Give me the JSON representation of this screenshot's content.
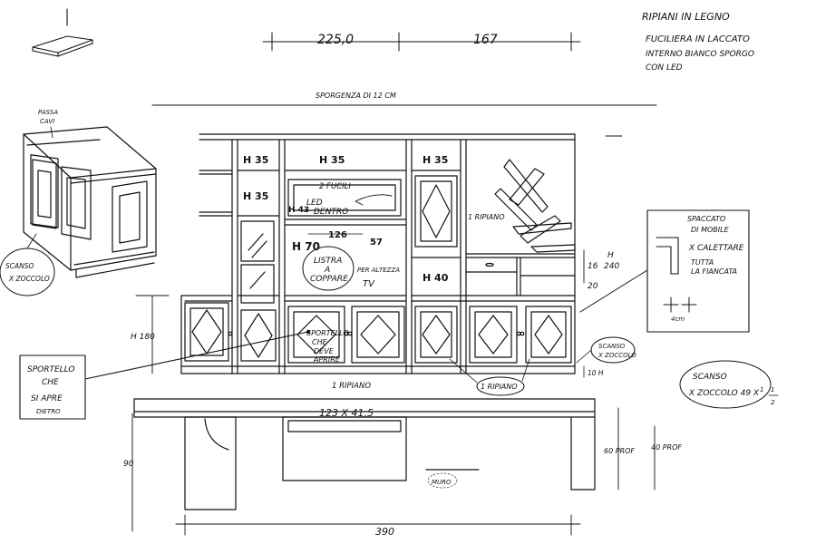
{
  "notes": {
    "top_right_1": "RIPIANI IN LEGNO",
    "top_right_2": "FUCILIERA IN LACCATO",
    "top_right_3": "INTERNO BIANCO SPORGO",
    "top_right_4": "CON LED",
    "passa_cavi_1": "PASSA",
    "passa_cavi_2": "CAVI",
    "scanso_left_1": "SCANSO",
    "scanso_left_2": "X ZOCCOLO",
    "sportello_box_1": "SPORTELLO",
    "sportello_box_2": "CHE",
    "sportello_box_3": "SI APRE",
    "sportello_box_4": "DIETRO",
    "spaccato_1": "SPACCATO",
    "spaccato_2": "DI MOBILE",
    "spaccato_3": "X CALETTARE",
    "spaccato_4": "TUTTA",
    "spaccato_5": "LA FIANCATA",
    "spaccato_dim": "4cm",
    "scanso_right_1": "SCANSO",
    "scanso_right_2": "X ZOCCOLO 49 X",
    "scanso_right_frac_top": "1",
    "scanso_right_frac_mid": "1",
    "scanso_right_frac_bot": "2",
    "scanso_small_1": "SCANSO",
    "scanso_small_2": "X ZOCCOLO",
    "listra_1": "LISTRA",
    "listra_2": "A",
    "listra_3": "COPPARE",
    "per_altezza": "PER ALTEZZA",
    "tv": "TV",
    "sportello_che_1": "SPORTELLO",
    "sportello_che_2": "CHE",
    "sportello_che_3": "DEVE",
    "sportello_che_4": "APRIRE",
    "fucili": "2 FUCILI",
    "led_dentro_1": "LED",
    "led_dentro_2": "DENTRO",
    "ripiano_label": "1 RIPIANO",
    "ripiano_label_2": "1 RIPIANO",
    "ripiano_right": "1 RIPIANO",
    "sporgenza": "SPORGENZA DI 12 CM",
    "muro": "MURO"
  },
  "dimensions": {
    "top_left": "225,0",
    "top_right": "167",
    "h35_a": "H 35",
    "h35_b": "H 35",
    "h35_c": "H 35",
    "h35_d": "H 35",
    "h43": "H 43",
    "h70": "H 70",
    "w126": "126",
    "w57": "57",
    "h40": "H 40",
    "h180": "H 180",
    "dim_16": "16",
    "dim_h": "H",
    "dim_240": "240",
    "dim_20": "20",
    "dim_10h": "10 H",
    "desk": "123 X 41,5",
    "dim_90": "90",
    "prof_60": "60 PROF",
    "prof_40": "40 PROF",
    "bottom": "390"
  }
}
